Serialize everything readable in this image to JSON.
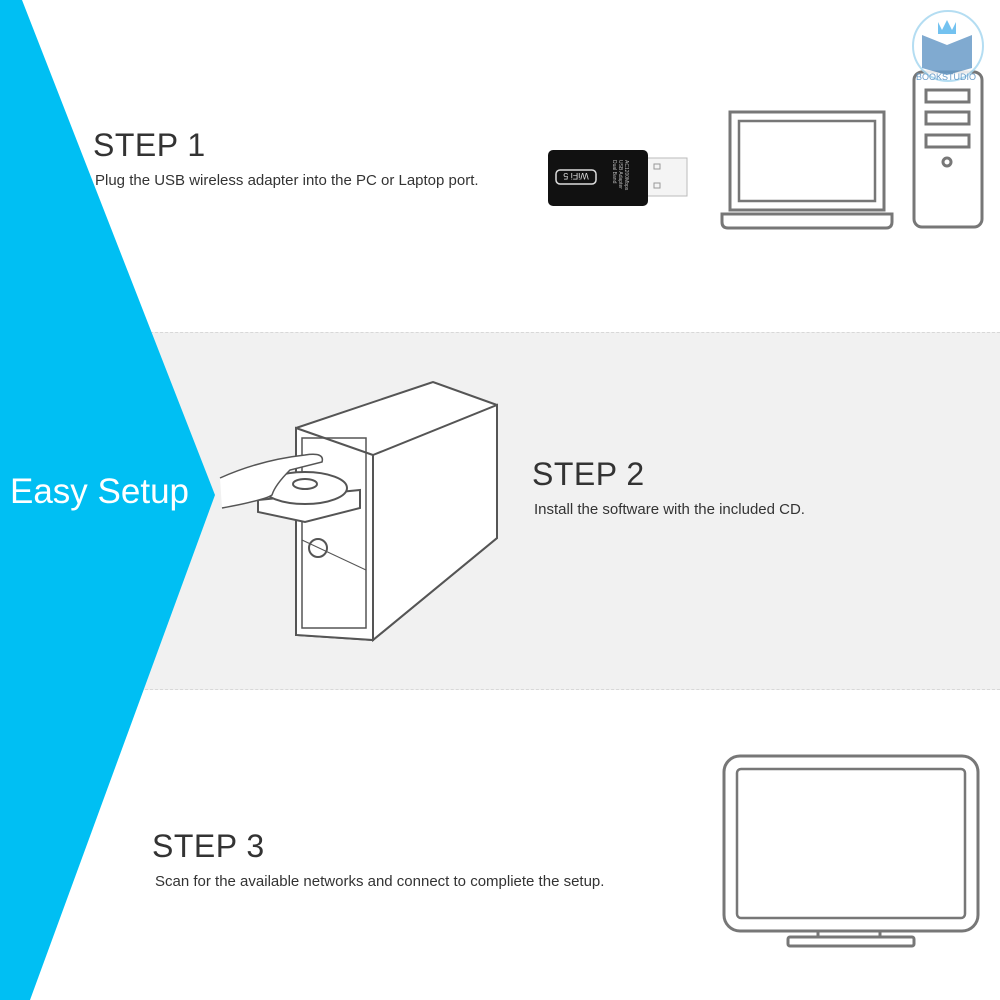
{
  "banner": {
    "label": "Easy Setup",
    "color": "#00bff3"
  },
  "logo": {
    "text": "BOOKSTUDIO",
    "color": "#6a9cc8"
  },
  "steps": [
    {
      "title": "STEP 1",
      "description": "Plug the USB wireless adapter into the PC or Laptop port."
    },
    {
      "title": "STEP 2",
      "description": "Install the software with the included CD."
    },
    {
      "title": "STEP 3",
      "description": "Scan for the available networks and connect to compliete the setup."
    }
  ],
  "adapter": {
    "badge": "WiFi 5",
    "label_lines": [
      "Dual Band",
      "USB Adapter",
      "AC1200Mbps"
    ]
  }
}
